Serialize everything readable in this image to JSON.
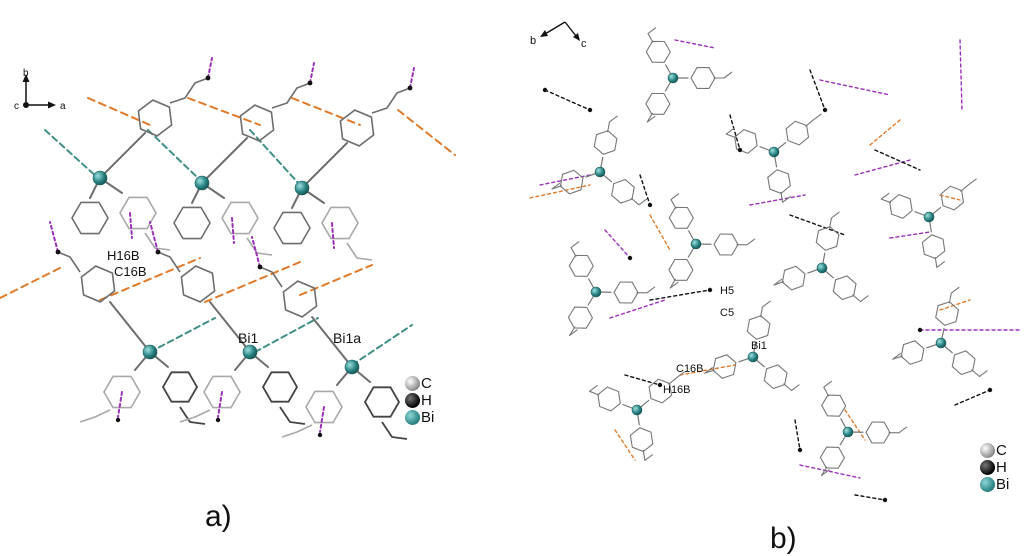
{
  "panel_a": {
    "label": "a)",
    "axes": {
      "origin": "c",
      "x": "a",
      "y": "b"
    },
    "atom_labels": {
      "h16b": "H16B",
      "c16b": "C16B",
      "bi1": "Bi1",
      "bi1a": "Bi1a"
    },
    "legend": [
      {
        "element": "C",
        "icon": "carbon-atom-icon"
      },
      {
        "element": "H",
        "icon": "hydrogen-atom-icon"
      },
      {
        "element": "Bi",
        "icon": "bismuth-atom-icon"
      }
    ]
  },
  "panel_b": {
    "label": "b)",
    "axes": {
      "x": "b",
      "y": "c"
    },
    "atom_labels": {
      "h5": "H5",
      "c5": "C5",
      "bi1": "Bi1",
      "c16b": "C16B",
      "h16b": "H16B"
    },
    "legend": [
      {
        "element": "C",
        "icon": "carbon-atom-icon"
      },
      {
        "element": "H",
        "icon": "hydrogen-atom-icon"
      },
      {
        "element": "Bi",
        "icon": "bismuth-atom-icon"
      }
    ]
  },
  "colors": {
    "bismuth": "#2a8585",
    "bond": "#5a5a5a",
    "orange_contact": "#e07a2a",
    "teal_contact": "#3f8f86",
    "purple_contact": "#9b30b8",
    "black_contact": "#111111"
  }
}
